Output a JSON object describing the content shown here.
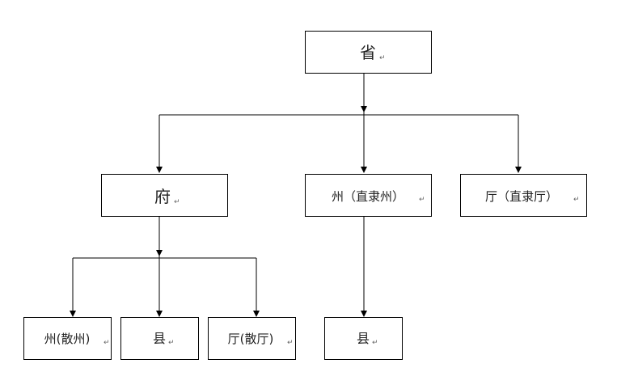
{
  "diagram": {
    "nodes": {
      "province": {
        "label": "省"
      },
      "prefecture": {
        "label": "府"
      },
      "independent_zhou": {
        "label": "州（直隶州）"
      },
      "independent_ting": {
        "label": "厅（直隶厅）"
      },
      "dependent_zhou": {
        "label": "州(散州)"
      },
      "county_under_prefecture": {
        "label": "县"
      },
      "dependent_ting": {
        "label": "厅(散厅)"
      },
      "county_under_zhou": {
        "label": "县"
      }
    },
    "paragraph_mark": "↵",
    "edges": [
      [
        "province",
        "prefecture"
      ],
      [
        "province",
        "independent_zhou"
      ],
      [
        "province",
        "independent_ting"
      ],
      [
        "prefecture",
        "dependent_zhou"
      ],
      [
        "prefecture",
        "county_under_prefecture"
      ],
      [
        "prefecture",
        "dependent_ting"
      ],
      [
        "independent_zhou",
        "county_under_zhou"
      ]
    ]
  }
}
